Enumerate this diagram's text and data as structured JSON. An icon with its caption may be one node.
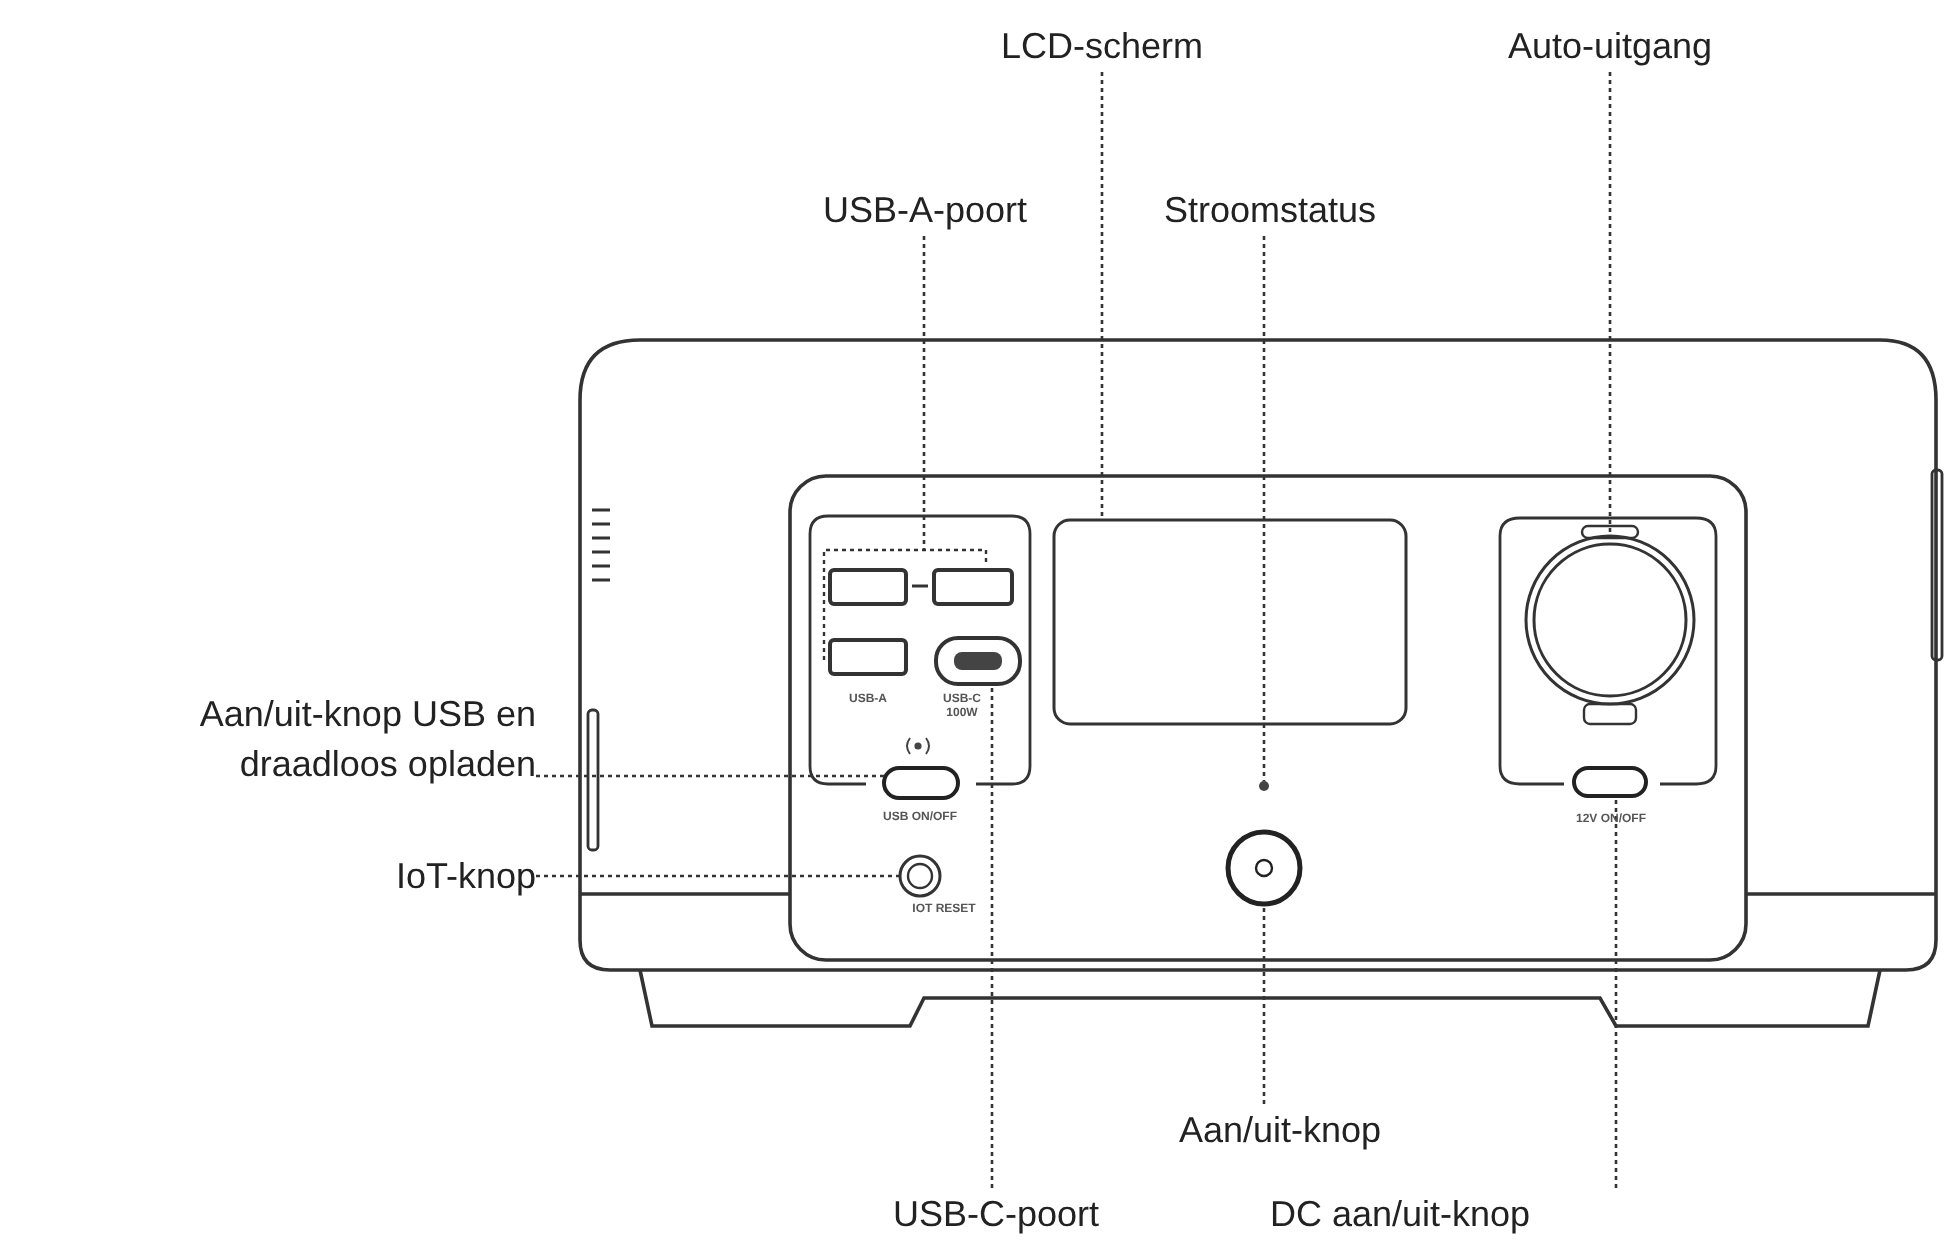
{
  "diagram": {
    "nodes": [
      {
        "text": [
          "LCD-scherm"
        ]
      },
      {
        "text": [
          "Auto-uitgang"
        ]
      },
      {
        "text": [
          "USB-A-poort"
        ]
      },
      {
        "text": [
          "Stroomstatus"
        ]
      },
      {
        "text": [
          "Aan/uit-knop USB en draadloos opladen"
        ]
      },
      {
        "text": [
          "IoT-knop"
        ]
      },
      {
        "text": [
          "Aan/uit-knop"
        ]
      },
      {
        "text": [
          "USB-C-poort"
        ]
      },
      {
        "text": [
          "DC aan/uit-knop"
        ]
      },
      {
        "text": [],
        "shape": "box"
      },
      {
        "text": [],
        "shape": "button",
        "beside": [
          "USB ON/OFF"
        ]
      },
      {
        "text": [],
        "shape": "circle",
        "beside": [
          "IOT RESET"
        ]
      },
      {
        "text": [],
        "shape": "box",
        "beside": [
          "USB-C 100W"
        ]
      },
      {
        "text": [],
        "shape": "box"
      },
      {
        "text": [],
        "shape": "circle"
      },
      {
        "text": [],
        "shape": "circle"
      },
      {
        "text": [],
        "shape": "circle"
      },
      {
        "text": [],
        "shape": "button",
        "beside": [
          "12V ON/OFF"
        ]
      }
    ],
    "edges": [
      {
        "from": 0,
        "to": 13,
        "arrow": "none"
      },
      {
        "from": 1,
        "to": 16,
        "arrow": "none"
      },
      {
        "from": 2,
        "to": 9,
        "arrow": "none"
      },
      {
        "from": 3,
        "to": 15,
        "arrow": "none"
      },
      {
        "from": 4,
        "to": 10,
        "arrow": "none"
      },
      {
        "from": 5,
        "to": 11,
        "arrow": "none"
      },
      {
        "from": 6,
        "to": 14,
        "arrow": "none"
      },
      {
        "from": 7,
        "to": 12,
        "arrow": "none"
      },
      {
        "from": 8,
        "to": 17,
        "arrow": "none"
      }
    ],
    "labels": [
      "USB-A"
    ]
  }
}
